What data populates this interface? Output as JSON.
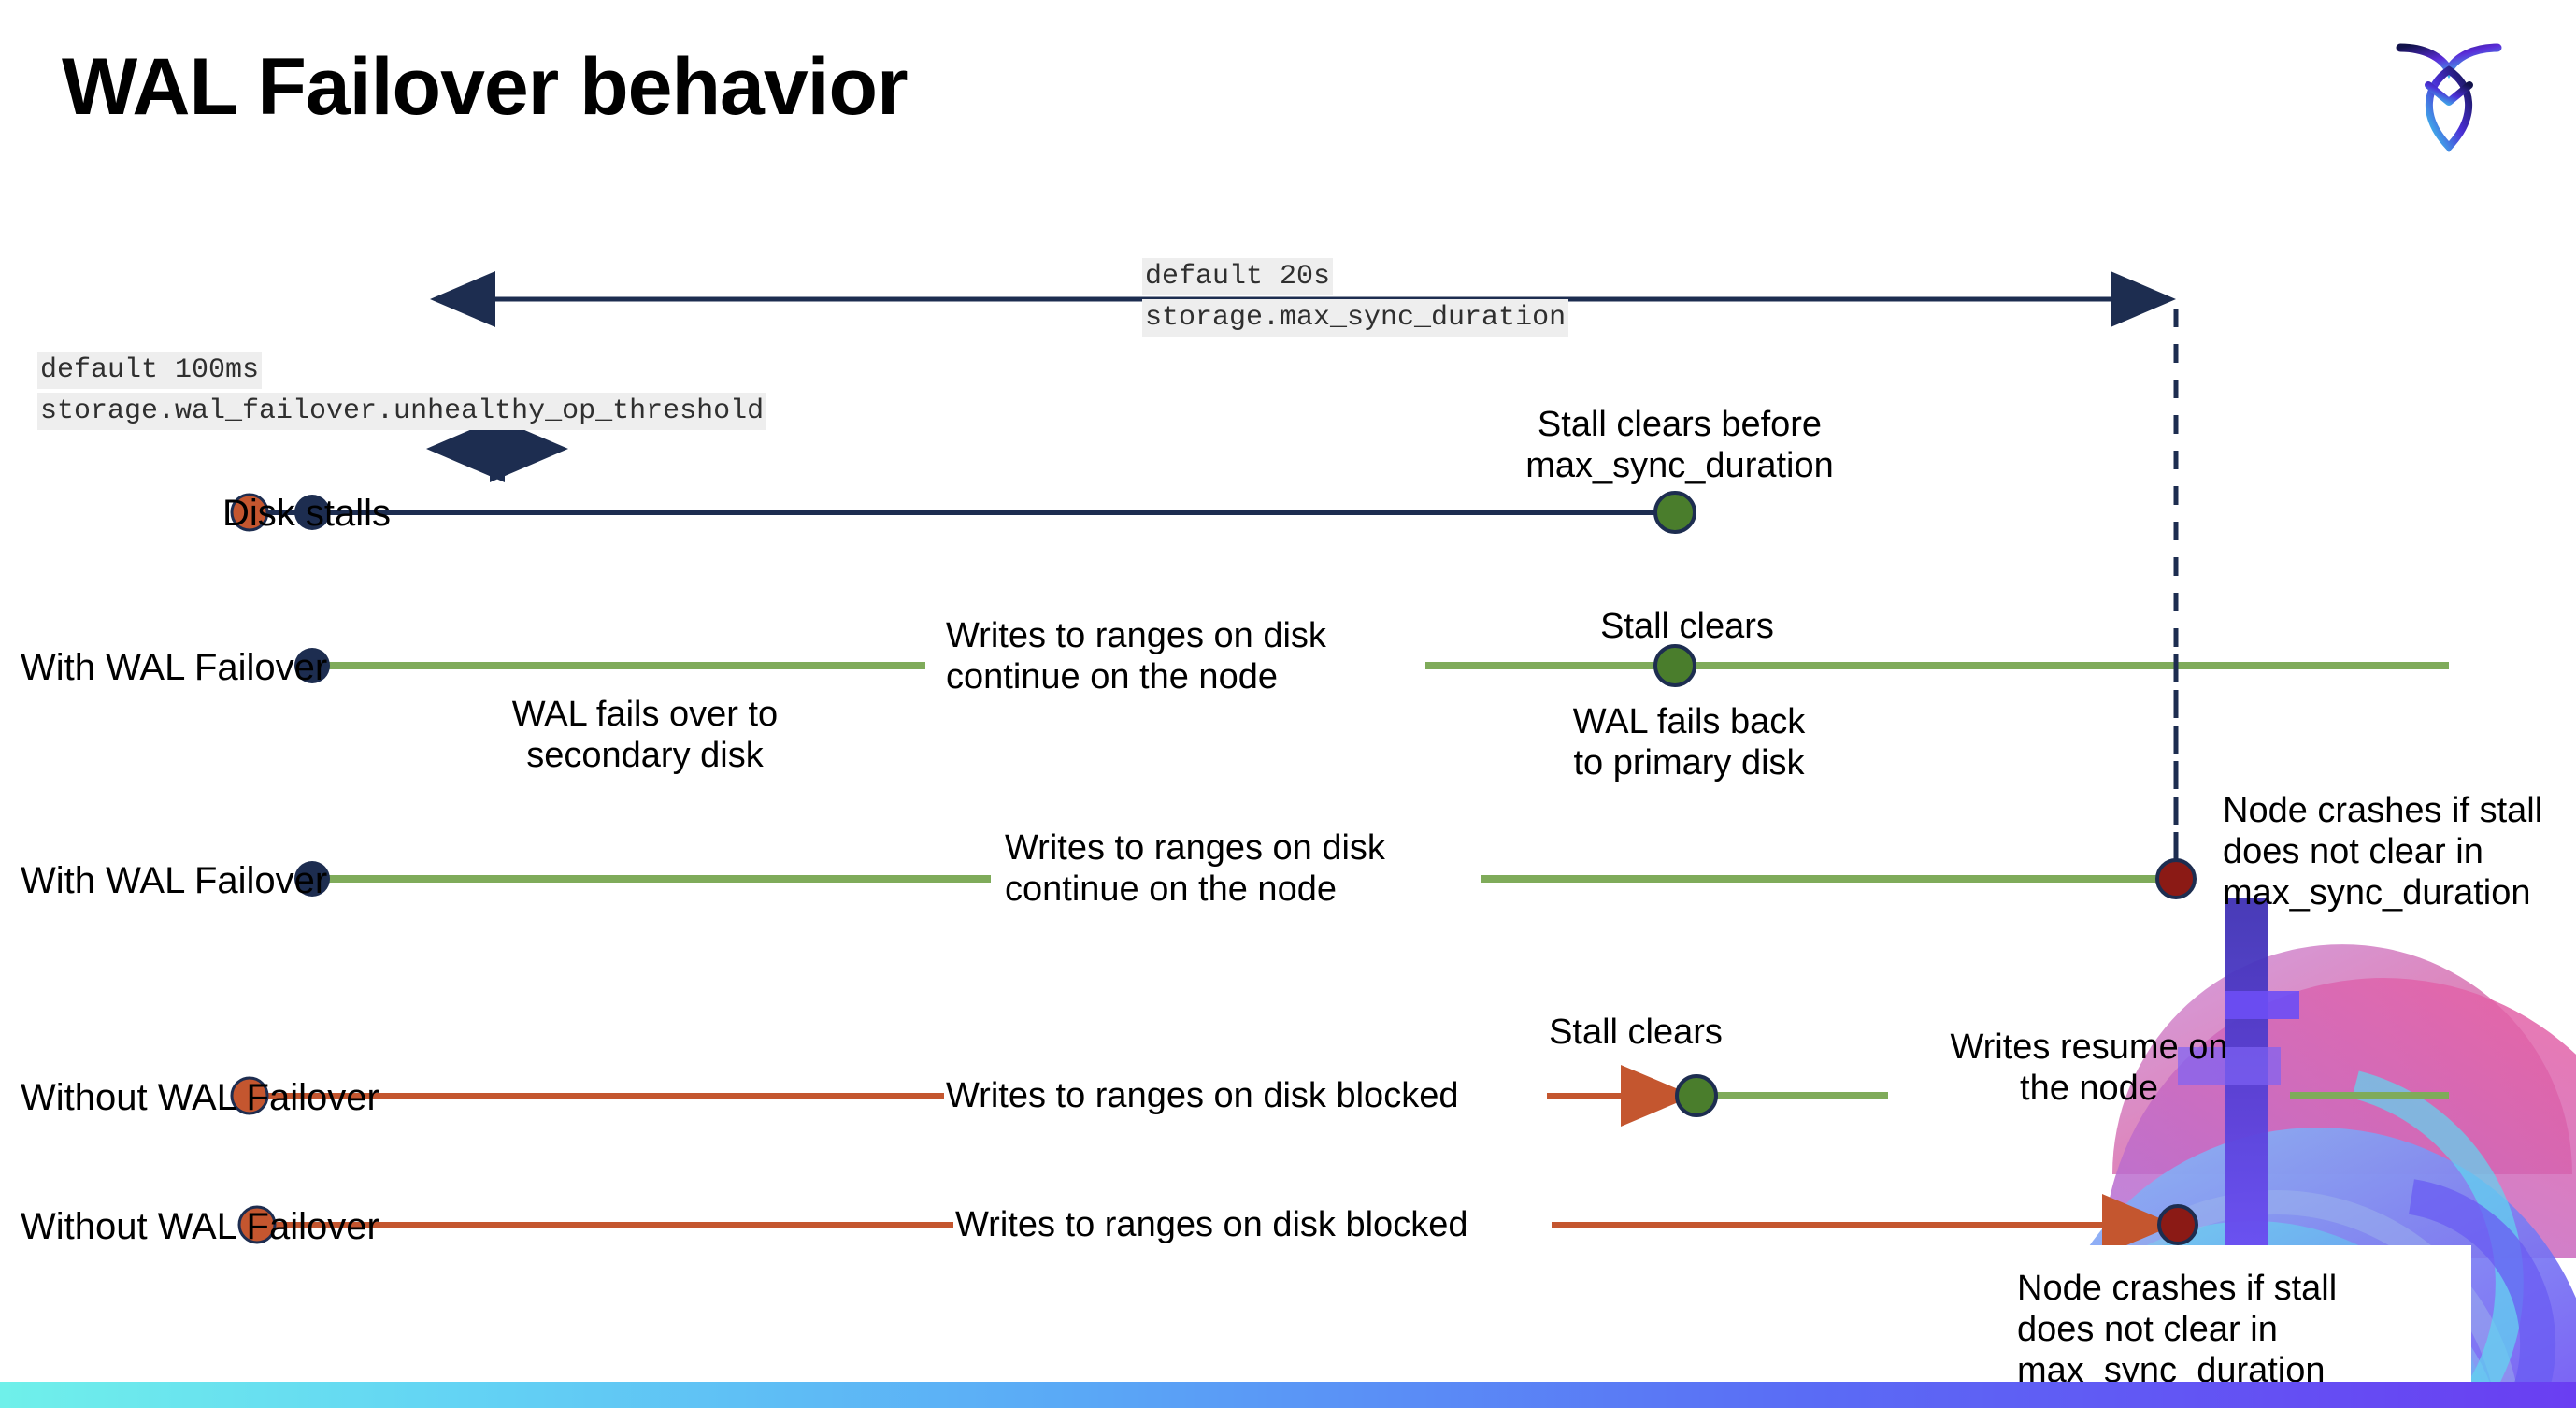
{
  "slide": {
    "title": "WAL Failover behavior",
    "logo_name": "cockroachdb-logo"
  },
  "settings": {
    "max_sync": {
      "default_label": "default 20s",
      "setting_name": "storage.max_sync_duration"
    },
    "unhealthy_op": {
      "default_label": "default 100ms",
      "setting_name": "storage.wal_failover.unhealthy_op_threshold"
    }
  },
  "rows": [
    {
      "id": "disk-stalls",
      "label": "Disk stalls",
      "annotations": [
        {
          "id": "stall-clears-before",
          "text": "Stall clears before\nmax_sync_duration"
        }
      ]
    },
    {
      "id": "with-wal-failover-recovers",
      "label": "With WAL Failover",
      "annotations": [
        {
          "id": "writes-continue",
          "text": "Writes to ranges on disk\ncontinue on the node"
        },
        {
          "id": "wal-fails-over",
          "text": "WAL fails over to\nsecondary disk"
        },
        {
          "id": "stall-clears",
          "text": "Stall clears"
        },
        {
          "id": "wal-fails-back",
          "text": "WAL fails  back\nto primary disk"
        }
      ]
    },
    {
      "id": "with-wal-failover-crashes",
      "label": "With WAL Failover",
      "annotations": [
        {
          "id": "writes-continue-2",
          "text": "Writes to ranges on disk\ncontinue on the node"
        },
        {
          "id": "node-crashes-1",
          "text": "Node crashes if stall\ndoes not clear in\nmax_sync_duration"
        }
      ]
    },
    {
      "id": "without-wal-failover-recovers",
      "label": "Without WAL Failover",
      "annotations": [
        {
          "id": "writes-blocked",
          "text": "Writes to ranges on disk  blocked"
        },
        {
          "id": "stall-clears-2",
          "text": "Stall clears"
        },
        {
          "id": "writes-resume",
          "text": "Writes resume on\nthe node"
        }
      ]
    },
    {
      "id": "without-wal-failover-crashes",
      "label": "Without WAL Failover",
      "annotations": [
        {
          "id": "writes-blocked-2",
          "text": "Writes to ranges on disk  blocked"
        },
        {
          "id": "node-crashes-2",
          "text": "Node crashes if stall\ndoes not clear in\nmax_sync_duration"
        }
      ]
    }
  ],
  "markers": {
    "stall-start": {
      "name": "stall-start-marker",
      "color": "#c4562f"
    },
    "failover": {
      "name": "failover-marker",
      "color": "#1d2d50"
    },
    "stall-clear": {
      "name": "stall-clear-marker",
      "color": "#4a7d2c"
    },
    "node-crash": {
      "name": "node-crash-marker",
      "color": "#8b1a15"
    }
  },
  "colors": {
    "navy": "#1d2d50",
    "green_line": "#7fab5a",
    "orange_line": "#c4562f",
    "dark_red": "#8b1a15",
    "green_dot": "#4a7d2c",
    "code_bg": "#eeeeee",
    "bar_start": "#6ff0ea",
    "bar_end": "#6a3ef2"
  }
}
